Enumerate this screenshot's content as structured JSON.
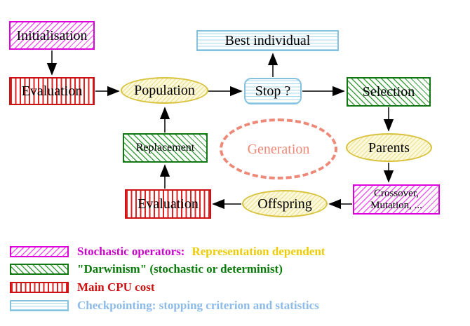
{
  "diagram": {
    "nodes": {
      "initialisation": "Initialisation",
      "evaluation_top": "Evaluation",
      "population": "Population",
      "best_individual": "Best individual",
      "stop": "Stop ?",
      "selection": "Selection",
      "replacement": "Replacement",
      "generation": "Generation",
      "parents": "Parents",
      "evaluation_bottom": "Evaluation",
      "offspring": "Offspring",
      "crossover_line1": "Crossover,",
      "crossover_line2": "Mutation, ..."
    }
  },
  "legend": {
    "stochastic_label": "Stochastic operators:",
    "stochastic_label2": "Representation dependent",
    "darwinism_label": "\"Darwinism\" (stochastic or determinist)",
    "cpu_label": "Main CPU cost",
    "checkpointing_label": "Checkpointing: stopping criterion and statistics"
  },
  "colors": {
    "magenta": "#dd00dd",
    "gold": "#eecc00",
    "green": "#117711",
    "red": "#cc1111",
    "cyan_border": "#85c2e0",
    "cyan_text": "#8cbbea",
    "yellow": "#d8c23c",
    "salmon": "#ee8877",
    "arrow": "#000000"
  }
}
